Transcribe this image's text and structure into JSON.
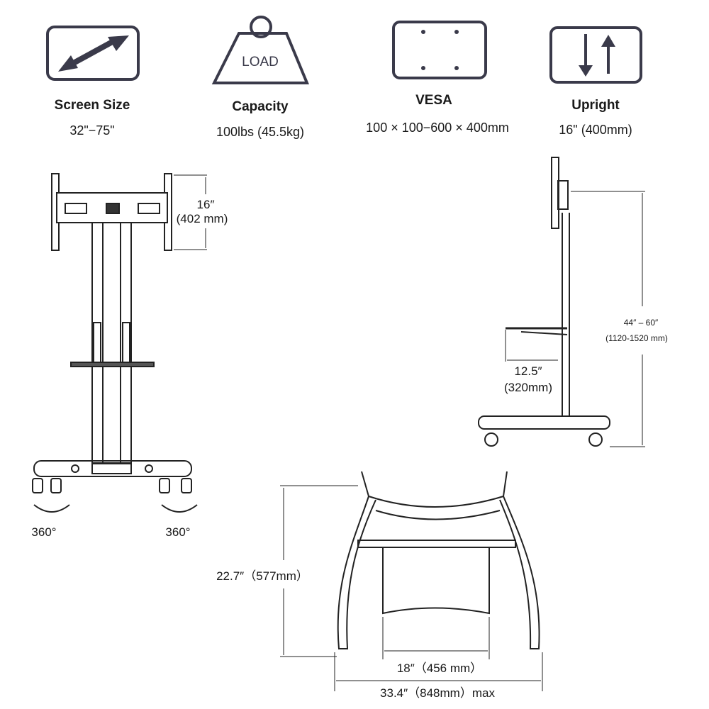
{
  "specs": [
    {
      "icon": "diagonal-arrow-icon",
      "label": "Screen Size",
      "value": "32\"−75\""
    },
    {
      "icon": "load-weight-icon",
      "label": "Capacity",
      "value": "100lbs (45.5kg)",
      "icon_text": "LOAD"
    },
    {
      "icon": "vesa-plate-icon",
      "label": "VESA",
      "value": "100 × 100−600 × 400mm"
    },
    {
      "icon": "up-down-arrows-icon",
      "label": "Upright",
      "value": "16\" (400mm)"
    }
  ],
  "front_view": {
    "bracket_height": "16″",
    "bracket_height_mm": "(402 mm)",
    "caster_left": "360°",
    "caster_right": "360°"
  },
  "side_view": {
    "height_range": "44″ – 60″",
    "height_range_mm": "(1120-1520 mm)",
    "shelf_depth": "12.5″",
    "shelf_depth_mm": "(320mm)"
  },
  "base_view": {
    "depth": "22.7″（577mm）",
    "inner_width": "18″（456 mm）",
    "outer_width": "33.4″（848mm）max"
  },
  "colors": {
    "icon": "#3a3a4a",
    "line": "#222222"
  }
}
